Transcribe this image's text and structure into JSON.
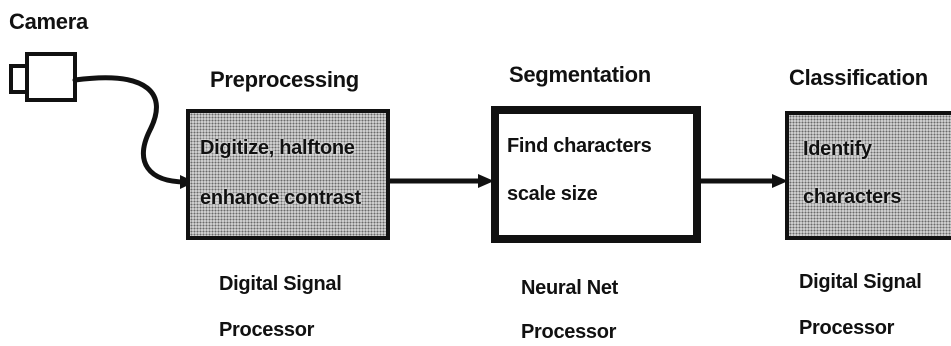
{
  "camera": {
    "label": "Camera"
  },
  "stages": [
    {
      "title": "Preprocessing",
      "box_lines": [
        "Digitize, halftone",
        "enhance contrast"
      ],
      "hardware_lines": [
        "Digital Signal",
        "Processor"
      ]
    },
    {
      "title": "Segmentation",
      "box_lines": [
        "Find characters",
        "scale size"
      ],
      "hardware_lines": [
        "Neural Net",
        "Processor"
      ]
    },
    {
      "title": "Classification",
      "box_lines": [
        "Identify",
        "characters"
      ],
      "hardware_lines": [
        "Digital Signal",
        "Processor"
      ]
    }
  ],
  "colors": {
    "ink": "#111111",
    "box_fill_shaded": "#d9d9d9",
    "background": "#ffffff"
  },
  "icons": [
    "camera-icon",
    "arrow-right-icon"
  ]
}
